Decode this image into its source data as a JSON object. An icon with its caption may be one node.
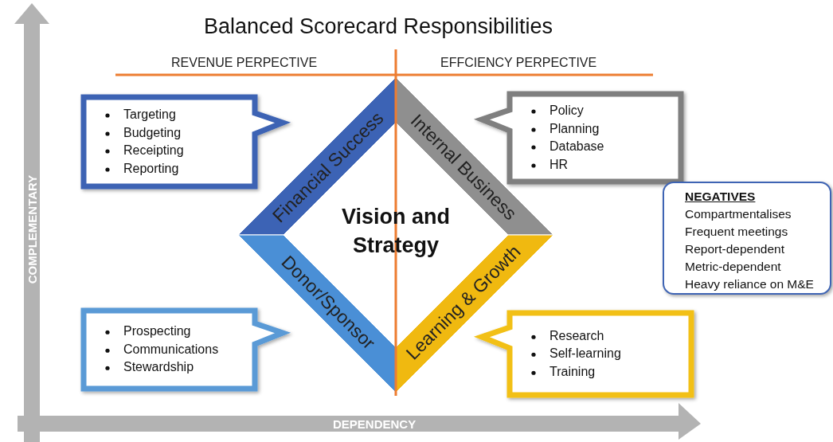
{
  "diagram": {
    "title": "Balanced Scorecard Responsibilities",
    "nodes": [
      {
        "text": [
          "Targeting",
          "Budgeting",
          "Receipting",
          "Reporting"
        ]
      },
      {
        "text": [
          "Financial Success"
        ]
      },
      {
        "text": [
          "Internal Business"
        ]
      },
      {
        "text": [
          "Policy",
          "Planning",
          "Database",
          "HR"
        ]
      },
      {
        "text": [
          "Vision and Strategy"
        ]
      },
      {
        "text": [
          "NEGATIVES",
          "Compartmentalises",
          "Frequent meetings",
          "Report-dependent",
          "Metric-dependent",
          "Heavy reliance on M&E"
        ]
      },
      {
        "text": [
          "Donor/Sponsor"
        ]
      },
      {
        "text": [
          "Learning & Growth"
        ]
      },
      {
        "text": [
          "Prospecting",
          "Communications",
          "Stewardship"
        ]
      },
      {
        "text": [
          "Research",
          "Self-learning",
          "Training"
        ]
      }
    ],
    "labels": [
      "REVENUE PERPECTIVE",
      "EFFCIENCY PERPECTIVE",
      "COMPLEMENTARY",
      "DEPENDENCY"
    ]
  }
}
